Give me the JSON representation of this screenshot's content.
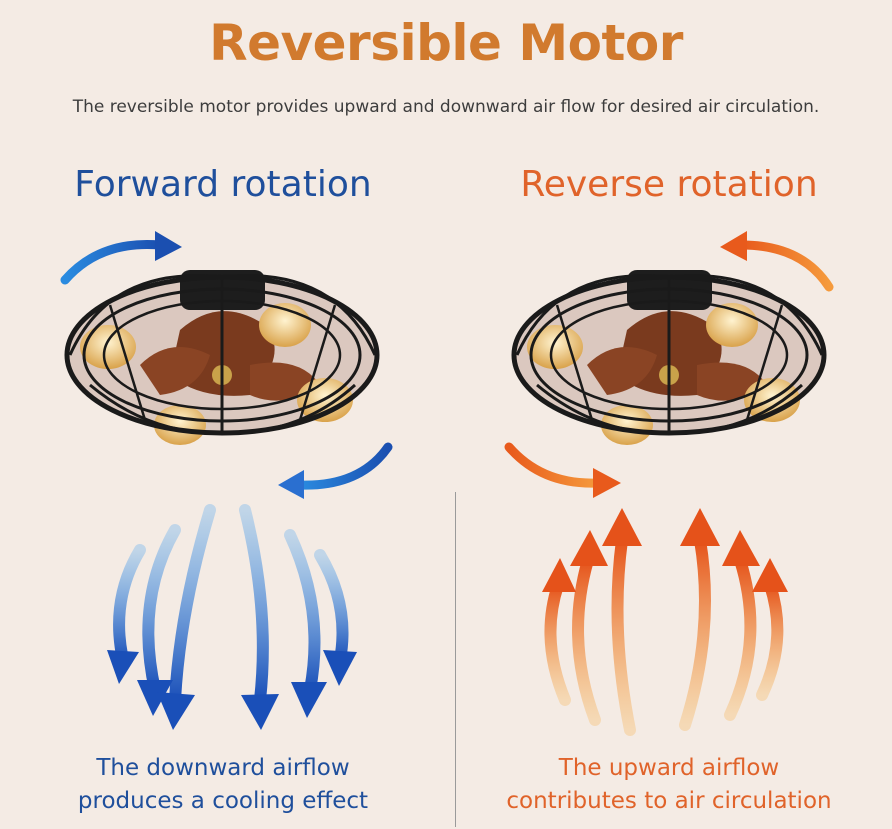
{
  "header": {
    "title": "Reversible Motor",
    "subtitle": "The reversible motor provides upward and downward air flow for desired air circulation."
  },
  "forward": {
    "title": "Forward rotation",
    "caption_line1": "The downward airflow",
    "caption_line2": "produces a cooling effect"
  },
  "reverse": {
    "title": "Reverse rotation",
    "caption_line1": "The upward airflow",
    "caption_line2": "contributes to air circulation"
  },
  "colors": {
    "title": "#d17a2e",
    "forward": "#1f4f9c",
    "reverse": "#e0632a",
    "background": "#f4ebe4"
  }
}
